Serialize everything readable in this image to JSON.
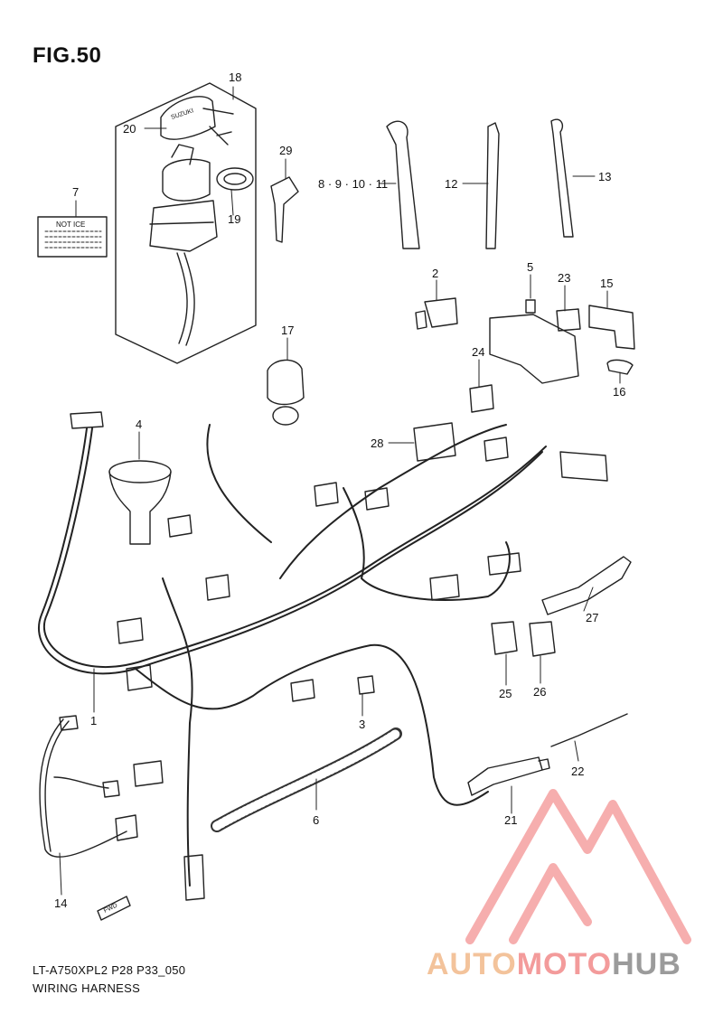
{
  "figure": {
    "title": "FIG.50",
    "model_code": "LT-A750XPL2 P28 P33_050",
    "section_name": "WIRING HARNESS",
    "notice_label": "NOT ICE",
    "key_brand": "SUZUKI",
    "fwd_label": "FWD"
  },
  "callouts": {
    "c1": "1",
    "c2": "2",
    "c3": "3",
    "c4": "4",
    "c5": "5",
    "c6": "6",
    "c7": "7",
    "c8": "8 · 9 · 10 · 11",
    "c12": "12",
    "c13": "13",
    "c14": "14",
    "c15": "15",
    "c16": "16",
    "c17": "17",
    "c18": "18",
    "c19": "19",
    "c20": "20",
    "c21": "21",
    "c22": "22",
    "c23": "23",
    "c24": "24",
    "c25": "25",
    "c26": "26",
    "c27": "27",
    "c28": "28",
    "c29": "29"
  },
  "watermark": {
    "part1": "AUTO",
    "part2": "MOTO",
    "part3": "HUB",
    "colors": {
      "auto": "#f2b98a",
      "moto": "#f28a8a",
      "hub": "#8a8a8a",
      "triangle": "#f28a8a"
    }
  }
}
